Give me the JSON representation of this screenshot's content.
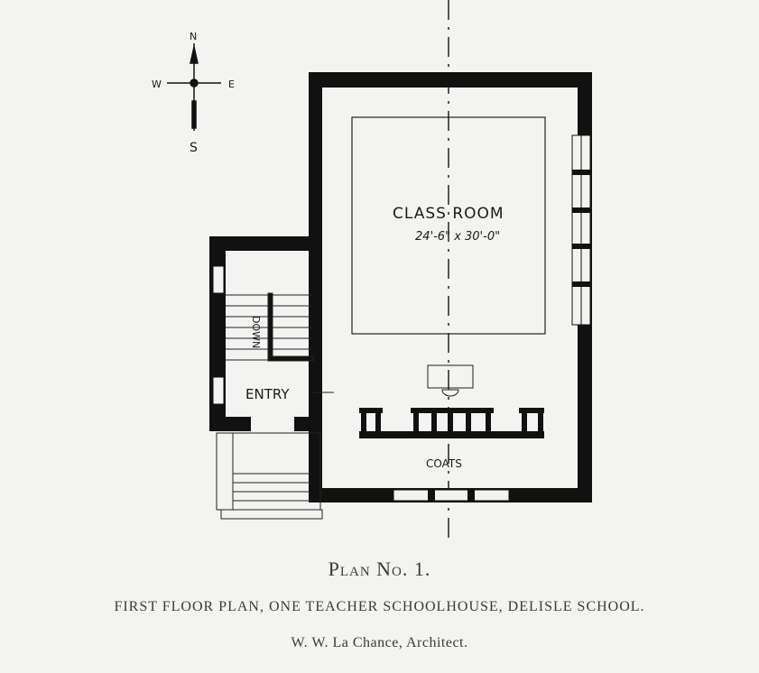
{
  "compass": {
    "north": "N",
    "south": "S",
    "east": "E",
    "west": "W"
  },
  "plan": {
    "classroom_label": "CLASS ROOM",
    "classroom_dimensions": "24'-6\" x 30'-0\"",
    "entry_label": "ENTRY",
    "stair_label": "DOWN",
    "coats_label": "COATS"
  },
  "caption": {
    "title": "Plan No. 1.",
    "subtitle": "FIRST FLOOR PLAN, ONE TEACHER SCHOOLHOUSE, DELISLE SCHOOL.",
    "architect": "W. W. La Chance, Architect."
  },
  "colors": {
    "ink": "#1a1a1a",
    "paper": "#f3f3f1"
  }
}
